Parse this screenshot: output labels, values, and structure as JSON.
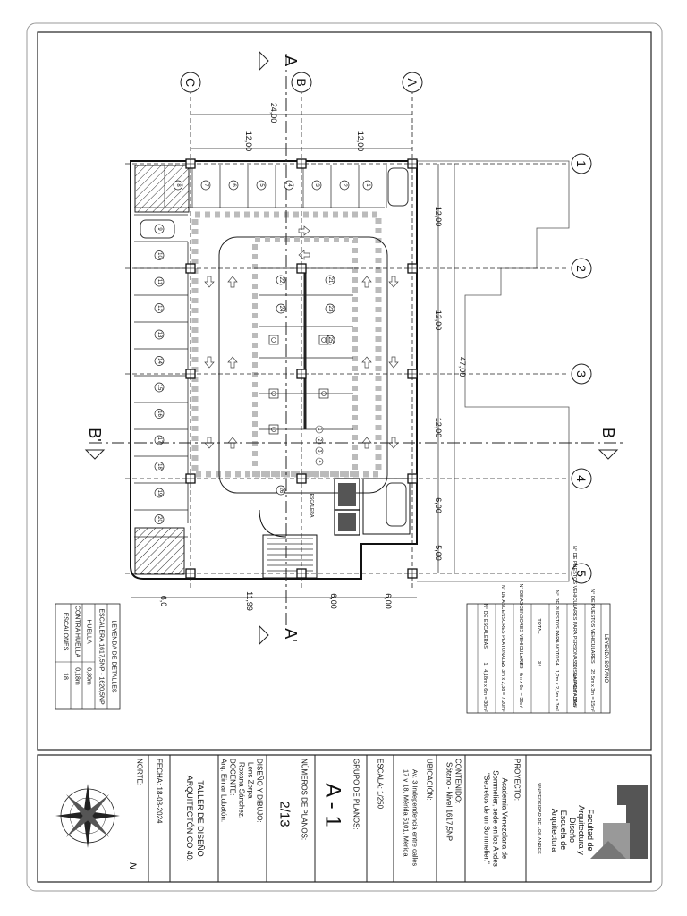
{
  "grid_axes": {
    "letters": [
      "C",
      "B",
      "A"
    ],
    "numbers": [
      "1",
      "2",
      "3",
      "4",
      "5"
    ]
  },
  "section_marks": {
    "a_top": "A",
    "a_bottom": "A'",
    "b_right": "B",
    "b_left": "B'"
  },
  "dimensions": {
    "overall_horizontal": "24,00",
    "bay_left": "12,00",
    "bay_right": "12,00",
    "overall_vertical": "47,00",
    "row_1_2": "12,00",
    "row_2_3": "12,00",
    "row_3_4": "12,00",
    "row_4_5a": "6,00",
    "row_4_5b": "5,00",
    "bottom_a": "6,0",
    "bottom_b": "11,99",
    "bottom_c": "6,00",
    "bottom_d": "6,00"
  },
  "parking": {
    "top_row": [
      "1",
      "2",
      "3",
      "4",
      "5",
      "6",
      "7",
      "8"
    ],
    "left_column": [
      "9",
      "10",
      "11",
      "12",
      "13",
      "14",
      "15",
      "16",
      "17",
      "18",
      "19",
      "20"
    ],
    "island": [
      "21",
      "22",
      "23",
      "24",
      "25",
      "26"
    ],
    "motos": [
      "1",
      "2",
      "3",
      "4"
    ],
    "stair_label": "ESCALERA"
  },
  "legend_sotano": {
    "title": "LEYENDA SÓTANO",
    "rows": [
      {
        "label": "N° DE PUESTOS VEHICULARES",
        "count": "",
        "value": "25 5m x 3m = 15m²"
      },
      {
        "label": "N° DE PUESTOS VEHICULARES PARA PERSONAS DISCAPACITADAS",
        "count": "5",
        "value": "5m x 6m = 30m²"
      },
      {
        "label": "N° DE PUESTOS PARA MOTOS",
        "count": "4",
        "value": "1,2m x 2,5m = 3m²"
      },
      {
        "label": "TOTAL",
        "count": "34",
        "value": ""
      },
      {
        "label": "N° DE ASCENSORES VEHICULARES",
        "count": "2",
        "value": "6m x 6m = 36m²"
      },
      {
        "label": "N° DE ASCENSORES PEATONALES",
        "count": "2",
        "value": "3m x 2,38 = 7,20m²"
      },
      {
        "label": "N° DE ESCALERAS",
        "count": "1",
        "value": "4,18m x 6m = 30m²"
      }
    ]
  },
  "legend_detalles": {
    "title": "LEYENDA DE DETALLES",
    "subtitle": "ESCALERA 1617,5NP - 1620,5NP",
    "rows": [
      {
        "label": "HUELLA",
        "value": "0,30m"
      },
      {
        "label": "CONTRA HUELLA",
        "value": "0,18m"
      },
      {
        "label": "ESCALONES",
        "value": "18"
      }
    ]
  },
  "title_block": {
    "university": "UNIVERSIDAD DE LOS ANDES",
    "faculty_1": "Facultad de",
    "faculty_2": "Arquitectura y",
    "faculty_3": "Diseño",
    "school_1": "Escuela de",
    "school_2": "Arquitectura",
    "proyecto_label": "PROYECTO:",
    "proyecto_1": "Academia Venezolana de",
    "proyecto_2": "Sommelier, sede en los Andes",
    "proyecto_3": "\"Secretos de un Sommelier.\"",
    "contenido_label": "CONTENIDO:",
    "contenido_value": "Sótano - Nivel 1617,5NP",
    "ubicacion_label": "UBICACIÓN:",
    "ubicacion_1": "Av. 3 Independencia entre calles",
    "ubicacion_2": "17 y 18, Mérida 5101, Mérida",
    "escala": "ESCALA: 1/250",
    "grupo_label": "GRUPO DE PLANOS:",
    "grupo_value": "A - 1",
    "numero_label": "NÚMEROS DE PLANOS:",
    "numero_value": "2/13",
    "diseno_label": "DISEÑO Y DIBUJO:",
    "diseno_1": "Lens Zerpa",
    "diseno_2": "Roxana Sánchez.",
    "docente_label": "DOCENTE:",
    "docente_value": "Arq. Eimar Lobatón.",
    "taller_1": "TALLER DE DISEÑO",
    "taller_2": "ARQUITECTÓNICO 40.",
    "fecha": "FECHA: 18-03-2024",
    "norte": "NORTE:",
    "north_letter": "N"
  }
}
